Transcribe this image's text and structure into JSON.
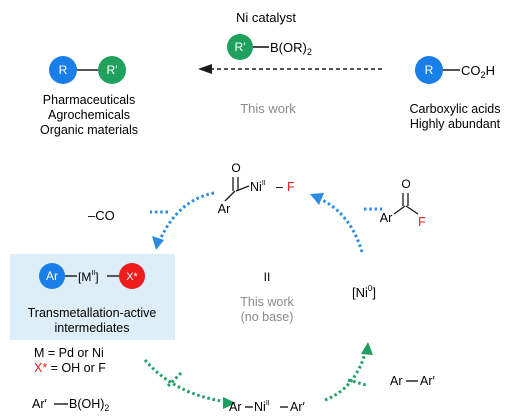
{
  "top": {
    "catalyst_label": "Ni catalyst",
    "reagent_badge": "R′",
    "reagent_boron": "B(OR)",
    "reagent_boron_sub": "2",
    "this_work": "This work"
  },
  "product": {
    "badge_left": "R",
    "badge_right": "R′",
    "uses": [
      "Pharmaceuticals",
      "Agrochemicals",
      "Organic materials"
    ]
  },
  "acid": {
    "badge": "R",
    "group": "CO",
    "group_sub": "2",
    "group_tail": "H",
    "desc": [
      "Carboxylic acids",
      "Highly abundant"
    ]
  },
  "cycle": {
    "acyl_ni_ar": "Ar",
    "acyl_ni_o": "O",
    "acyl_ni_ni": "Ni",
    "acyl_ni_ox": "II",
    "acyl_ni_dash": "–",
    "acyl_ni_f": "F",
    "acyl_fluoride_ar": "Ar",
    "acyl_fluoride_o": "O",
    "acyl_fluoride_f": "F",
    "decarbonylation": "–CO",
    "center_roman": "II",
    "center_note": [
      "This work",
      "(no base)"
    ],
    "ni0_bracket_l": "[Ni",
    "ni0_sup": "0",
    "ni0_bracket_r": "]",
    "biaryl_ni_ar1": "Ar",
    "biaryl_ni_ni": "Ni",
    "biaryl_ni_ox": "II",
    "biaryl_ni_ar2": "Ar′",
    "biaryl_product_ar1": "Ar",
    "biaryl_product_ar2": "Ar′"
  },
  "intermediate": {
    "badge_ar": "Ar",
    "metal": "[M",
    "metal_ox": "II",
    "metal_close": "]",
    "badge_x": "X*",
    "title_lines": [
      "Transmetallation-active",
      "intermediates"
    ],
    "m_def": "M = Pd or Ni",
    "x_def_prefix": "X*",
    "x_def_rest": " = OH or F",
    "boronic_ar": "Ar′",
    "boronic_b": "B(OH)",
    "boronic_sub": "2"
  },
  "colors": {
    "blue": "#1a7ee8",
    "green": "#1fa05c",
    "red": "#ee1c1c",
    "panel": "#ddeef8",
    "grey_text": "#8a8a8a",
    "arrow_green": "#1d9e63",
    "arrow_blue": "#2b8be0"
  }
}
